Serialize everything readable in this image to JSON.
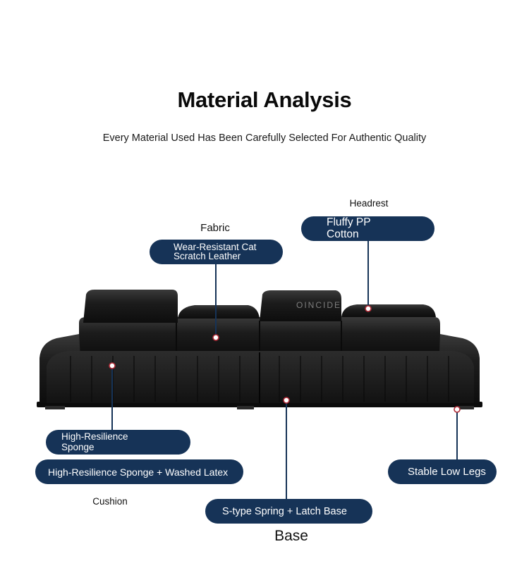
{
  "header": {
    "title": "Material Analysis",
    "subtitle": "Every Material Used Has Been Carefully Selected For Authentic Quality"
  },
  "categories": {
    "fabric": "Fabric",
    "headrest": "Headrest",
    "cushion": "Cushion",
    "base": "Base"
  },
  "callouts": {
    "fabric": [
      "Wear-Resistant Cat",
      "Scratch Leather"
    ],
    "headrest": [
      "Fluffy PP",
      "Cotton"
    ],
    "sponge": [
      "High-Resilience",
      "Sponge"
    ],
    "cushion": "High-Resilience Sponge + Washed Latex",
    "legs": "Stable Low Legs",
    "base": "S-type Spring + Latch Base"
  },
  "watermark": "OINCIDE",
  "colors": {
    "pill": "#163357",
    "leather": "#1b1b1b",
    "dot_ring": "#b02a36"
  }
}
